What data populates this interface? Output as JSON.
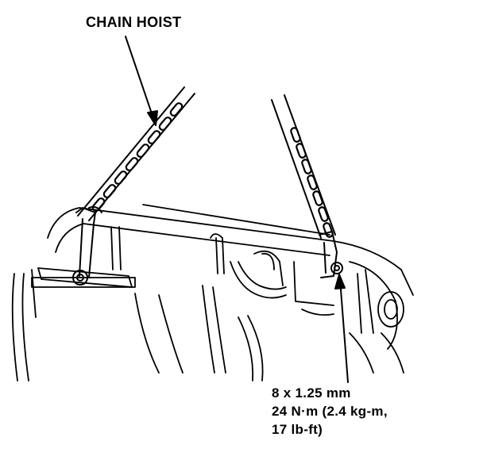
{
  "labels": {
    "hoist": "CHAIN HOIST",
    "bolt_spec": {
      "size": "8 x 1.25 mm",
      "torque_metric": "24 N·m (2.4 kg-m,",
      "torque_imperial": "17 lb-ft)"
    }
  },
  "colors": {
    "line": "#000000",
    "background": "#ffffff"
  }
}
